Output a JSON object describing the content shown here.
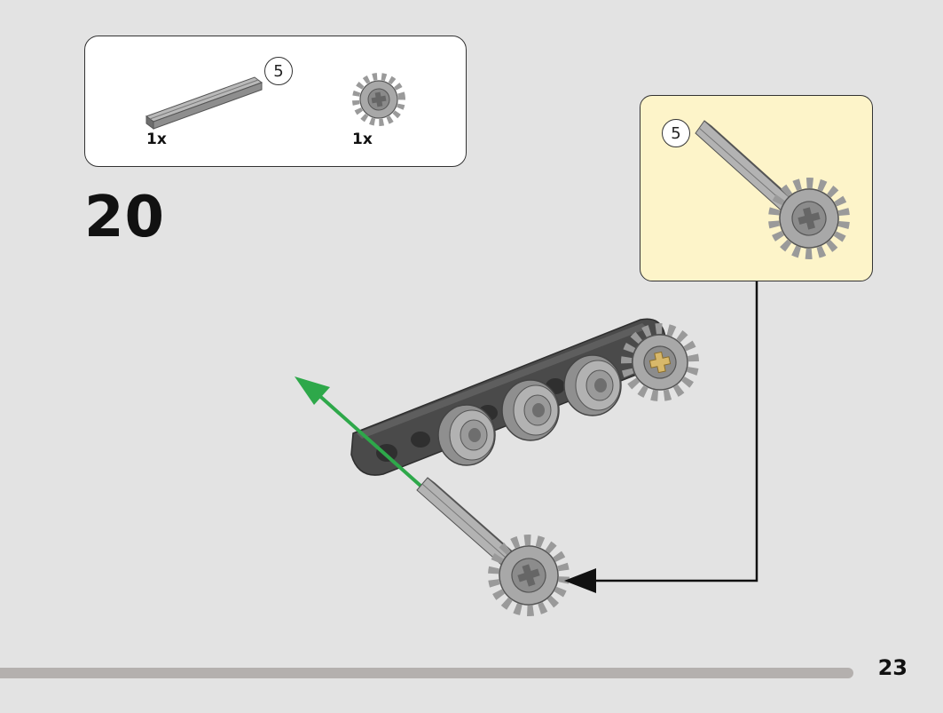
{
  "parts_list": {
    "items": [
      {
        "name": "axle",
        "quantity": "1x",
        "length": "5"
      },
      {
        "name": "gear",
        "quantity": "1x"
      }
    ]
  },
  "step": {
    "number": "20"
  },
  "callout": {
    "axle_length": "5"
  },
  "page": {
    "number": "23"
  },
  "colors": {
    "background": "#e3e3e3",
    "callout_background": "#fdf4c9",
    "arrow": "#2ea84a",
    "beam": "#4a4a4a",
    "part_gray": "#a4a4a4"
  }
}
